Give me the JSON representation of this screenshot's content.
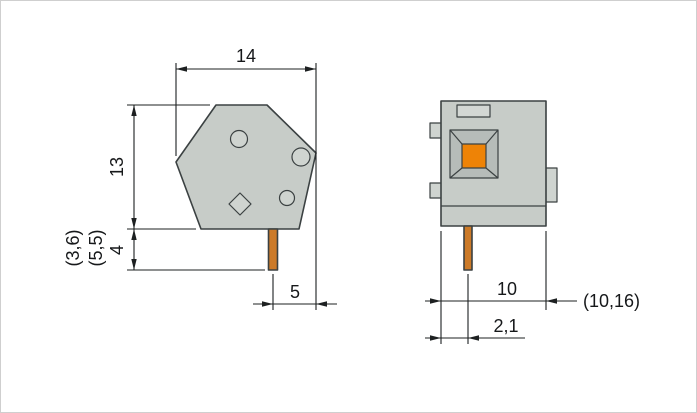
{
  "dimensions": {
    "top_width": "14",
    "left_height": "13",
    "pin_length_alt_1": "(3,6)",
    "pin_length_alt_2": "(5,5)",
    "pin_length": "4",
    "pin_to_edge": "5",
    "front_width": "10",
    "pin_offset": "2,1",
    "front_width_alt": "(10,16)"
  },
  "colors": {
    "body_fill": "#c7ccc8",
    "hole_fill": "#cfd4d0",
    "recess_fill": "#b6bcb9",
    "slot_fill": "#d3d7d4",
    "tab_fill": "#cfd4d0",
    "pin_fill": "#cc7a28",
    "clamp_orange": "#ee8306"
  }
}
